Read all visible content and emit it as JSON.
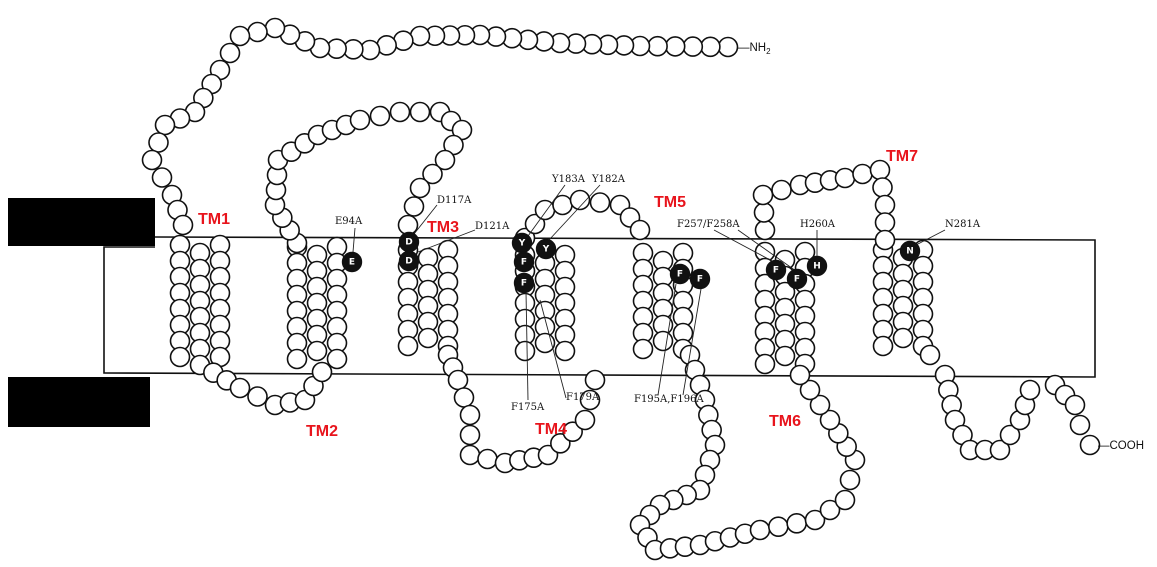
{
  "diagram": {
    "terminals": {
      "n_terminus": "—NH",
      "n_terminus_sub": "2",
      "c_terminus": "—COOH"
    },
    "helix_labels": [
      "TM1",
      "TM2",
      "TM3",
      "TM4",
      "TM5",
      "TM6",
      "TM7"
    ],
    "mutation_labels": [
      "E94A",
      "D117A",
      "D121A",
      "Y183A",
      "Y182A",
      "F175A",
      "F179A",
      "F195A,F196A",
      "F257/F258A",
      "H260A",
      "N281A"
    ],
    "highlighted_residues": [
      "E",
      "D",
      "D",
      "Y",
      "Y",
      "F",
      "F",
      "F",
      "F",
      "F",
      "F",
      "H",
      "N"
    ],
    "colors": {
      "helix_label": "#e8141c",
      "residue_outline": "#111111",
      "highlighted_residue_fill": "#111111",
      "redaction": "#000000"
    }
  }
}
